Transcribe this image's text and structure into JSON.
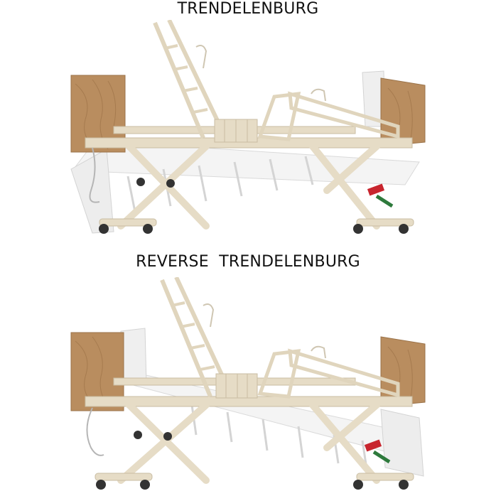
{
  "labels": {
    "top": "TRENDELENBURG",
    "bottom": "REVERSE  TRENDELENBURG"
  },
  "figures": [
    {
      "name": "trendelenburg-bed",
      "position": "Trendelenburg",
      "shadow_tilt": "head-down"
    },
    {
      "name": "reverse-trendelenburg-bed",
      "position": "Reverse Trendelenburg",
      "shadow_tilt": "foot-down"
    }
  ],
  "colors": {
    "background": "#ffffff",
    "text": "#111111",
    "frame": "#e6dcc6",
    "frame_shadow": "#c9bda3",
    "wood": "#b98d5f",
    "wood_grain": "#a67b4f",
    "deck_white": "#f3f3f3",
    "deck_line": "#d0d0d0",
    "pedal_red": "#c8252e",
    "lever_green": "#2e7a3c",
    "wheel": "#333333"
  }
}
